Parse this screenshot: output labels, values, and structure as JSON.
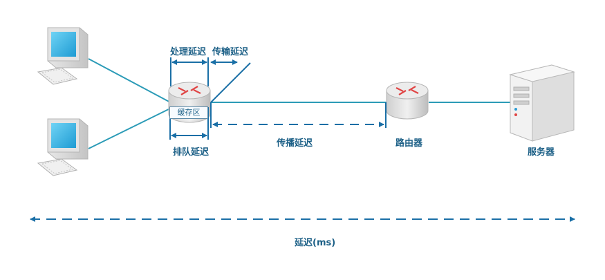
{
  "labels": {
    "processing_delay": "处理延迟",
    "transmission_delay": "传输延迟",
    "buffer": "缓存区",
    "queueing_delay": "排队延迟",
    "propagation_delay": "传播延迟",
    "router": "路由器",
    "server": "服务器",
    "total_delay": "延迟(ms)"
  },
  "colors": {
    "accent": "#1a6fa6",
    "link": "#2b9bb7",
    "text": "#1b5f86",
    "router_arrow": "#e04545"
  },
  "icons": [
    "computer-icon",
    "router-icon",
    "server-icon"
  ]
}
